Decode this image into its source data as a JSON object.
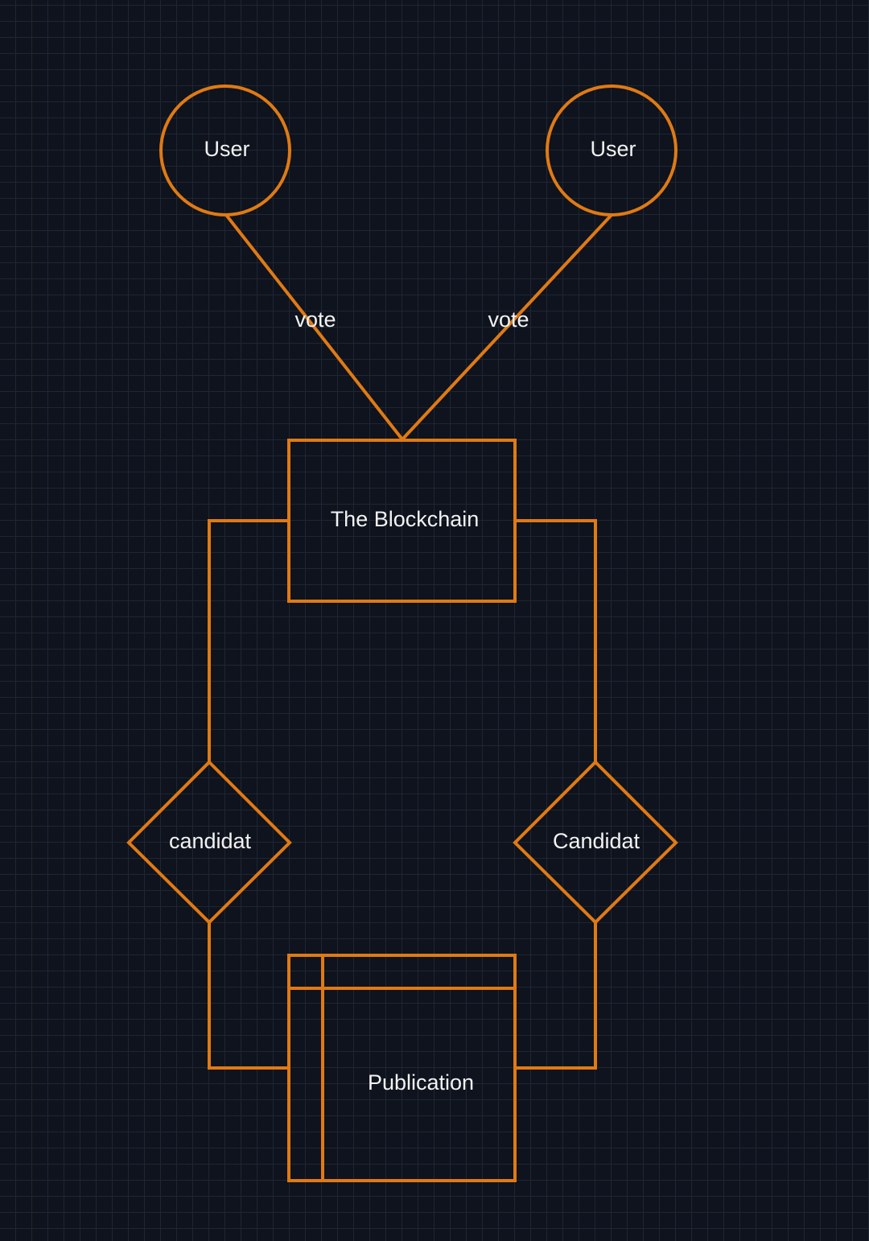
{
  "diagram": {
    "stroke_color": "#e07a14",
    "background_color": "#0e131d",
    "grid_color": "#1f2633",
    "text_color": "#f2f2f2",
    "nodes": {
      "user_left": {
        "label": "User",
        "shape": "circle"
      },
      "user_right": {
        "label": "User",
        "shape": "circle"
      },
      "blockchain": {
        "label": "The Blockchain",
        "shape": "rectangle"
      },
      "candidat_left": {
        "label": "candidat",
        "shape": "diamond"
      },
      "candidat_right": {
        "label": "Candidat",
        "shape": "diamond"
      },
      "publication": {
        "label": "Publication",
        "shape": "internal-storage"
      }
    },
    "edges": {
      "vote_left": {
        "label": "vote",
        "from": "user_left",
        "to": "blockchain"
      },
      "vote_right": {
        "label": "vote",
        "from": "user_right",
        "to": "blockchain"
      },
      "chain_to_candidat_left": {
        "from": "blockchain",
        "to": "candidat_left"
      },
      "chain_to_candidat_right": {
        "from": "blockchain",
        "to": "candidat_right"
      },
      "candidat_left_to_publication": {
        "from": "candidat_left",
        "to": "publication"
      },
      "candidat_right_to_publication": {
        "from": "candidat_right",
        "to": "publication"
      }
    }
  }
}
